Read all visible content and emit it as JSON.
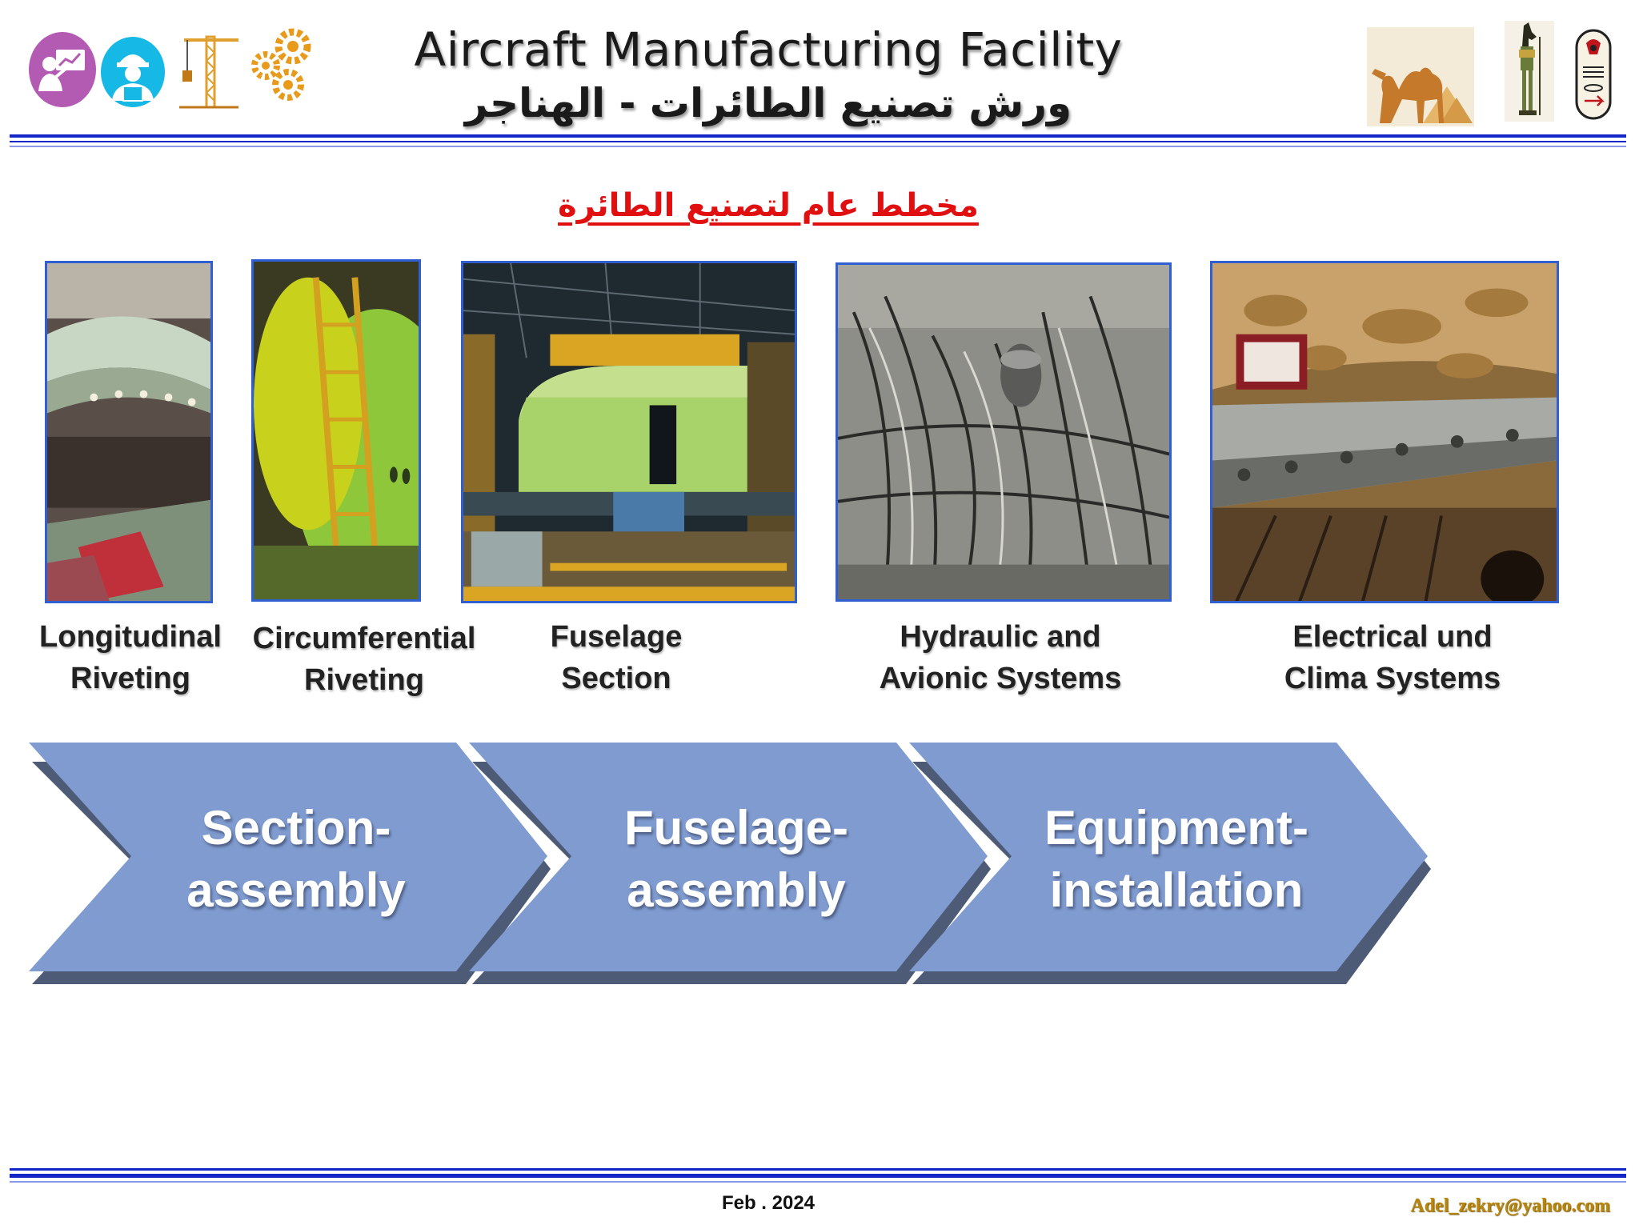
{
  "header": {
    "title_en": "Aircraft Manufacturing Facility",
    "title_ar": "ورش تصنيع الطائرات - الهناجر",
    "left_icons": [
      "presentation-person-icon",
      "engineer-blueprint-icon",
      "crane-icon",
      "gears-icon"
    ],
    "right_icons": [
      "camel-pyramids-logo",
      "anubis-logo",
      "cartouche-logo"
    ]
  },
  "subtitle": "مخطط عام لتصنيع الطائرة",
  "photos": [
    {
      "caption_line1": "Longitudinal",
      "caption_line2": "Riveting"
    },
    {
      "caption_line1": "Circumferential",
      "caption_line2": "Riveting"
    },
    {
      "caption_line1": "Fuselage",
      "caption_line2": "Section"
    },
    {
      "caption_line1": "Hydraulic and",
      "caption_line2": "Avionic Systems"
    },
    {
      "caption_line1": "Electrical und",
      "caption_line2": "Clima Systems"
    }
  ],
  "process_steps": [
    {
      "line1": "Section-",
      "line2": "assembly"
    },
    {
      "line1": "Fuselage-",
      "line2": "assembly"
    },
    {
      "line1": "Equipment-",
      "line2": "installation"
    }
  ],
  "colors": {
    "arrow_fill": "#7f9bcf",
    "arrow_shadow": "#4e5b77",
    "rule_blue": "#1426c8",
    "subtitle_red": "#e01010",
    "photo_border": "#2f5fd0",
    "email_gold": "#b8860b"
  },
  "footer": {
    "date": "Feb . 2024",
    "email": "Adel_zekry@yahoo.com"
  }
}
